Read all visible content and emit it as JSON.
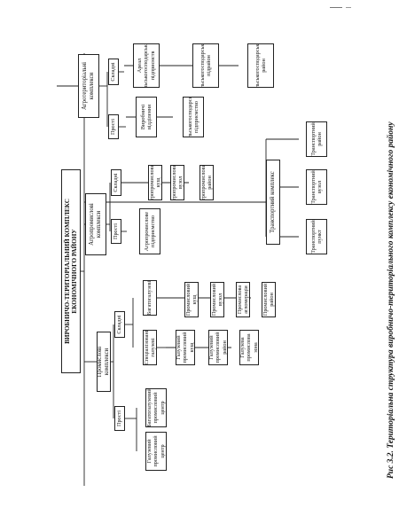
{
  "caption": {
    "number": "Рис 3.2.",
    "text": "Територіальна структура виробничо-територіального комплексу економічного району"
  },
  "nodes": {
    "root": "ВИРОБНИЧО-ТЕРИТОРІАЛЬНИЙ КОМПЛЕКС ЕКОНОМІЧНОГО РАЙОНУ",
    "ind": "Промислові комплекси",
    "ind_simple": "Прості",
    "ind_complex": "Складні",
    "ind_s1": "Галузевий промисловий центр",
    "ind_s2": "Багатогалузевий промисловий центр",
    "ind_c_mono": "Спеціалізовані галузеві",
    "ind_c_multi": "Багатогалузеві",
    "ind_m1": "Галузевий промисловий кущ",
    "ind_m2": "Галузевий промисловий район",
    "ind_m3": "Галузева промислова зона",
    "ind_x1": "Промисловий кущ",
    "ind_x2": "Промисловий вузол",
    "ind_x3": "Промислова агломерація",
    "ind_x4": "Промисловий район",
    "ag": "Агропромислові комплекси",
    "ag_simple": "Прості",
    "ag_complex": "Складні",
    "ag_s1": "Агропромислове підприємство",
    "ag_c1": "Агропромисловий кущ",
    "ag_c2": "Агропромисловий вузол",
    "ag_c3": "Агропромисловий район",
    "tr": "Транспортний комплекс",
    "tr1": "Транспортний пункт",
    "tr2": "Транспортний вузол",
    "tr3": "Транспортний район",
    "at": "Агротериторіальні комплекси",
    "at_simple": "Прості",
    "at_complex": "Складні",
    "at_s1": "Виробничі відділення",
    "at_s2": "Сільськогосподарське підприємство",
    "at_c1": "Ареал сільськогосподарських підприємств",
    "at_c2": "Сільськогосподарський підрайон",
    "at_c3": "Сільськогосподарський район"
  }
}
